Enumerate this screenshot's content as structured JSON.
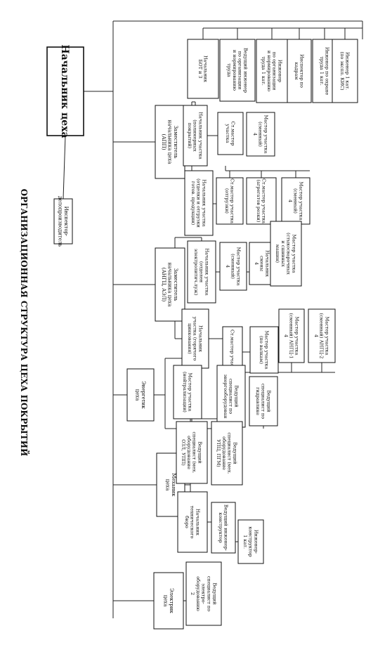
{
  "title": "ОРГАНИЗАЦИОННАЯ СТРУКТУРА ЦЕХА ПОКРЫТИЙ",
  "nodes": {
    "head": [
      "Начальник цеха"
    ],
    "inspector": [
      "Инспектор-",
      "делопроизводитель"
    ],
    "dep_app": [
      "Заместитель",
      "начальника цеха",
      "(АПП)"
    ],
    "dep_angts": [
      "Заместитель",
      "начальника цеха",
      "(АНГЦ, АЭЛ)"
    ],
    "energetic": [
      "Энергетик",
      "цеха"
    ],
    "mechanic": [
      "Механик",
      "цеха"
    ],
    "electric": [
      "Электрик",
      "цеха"
    ],
    "staff_bot": [
      "Начальник",
      "БОТ и З"
    ],
    "staff_lead_eng": [
      "Ведущий инженер",
      "по организации",
      "и нормированию",
      "труда"
    ],
    "staff_eng_norm": [
      "Инженер",
      "по организации",
      "и нормированию",
      "труда 1 кат."
    ],
    "staff_hr": [
      "Инспектор по",
      "кадрам"
    ],
    "staff_safety": [
      "Инженер по охране",
      "труда 1 кат."
    ],
    "staff_kis": [
      "Инженер 1 кат.",
      "(по экспл. КИС)"
    ],
    "app_poly": [
      "Начальник участка",
      "(полимерных",
      "покрытий)"
    ],
    "app_poly_senior": [
      "Ст.мастер",
      "участка"
    ],
    "app_poly_shift": [
      "Мастер участка",
      "(сменный)",
      "4"
    ],
    "app_ship": [
      "Начальник участка",
      "(отделки и отгрузки",
      "готов. продукции)"
    ],
    "app_ship_senior": [
      "Ст.мастер участка",
      "(отгрузки)"
    ],
    "app_ship_cut": [
      "Ст.мастер участка",
      "(агрегатов резки)"
    ],
    "app_ship_shift": [
      "Мастер участка",
      "(сменный)",
      "4"
    ],
    "ang_elec": [
      "Начальник участка",
      "(отделен",
      "электролитич.луж)"
    ],
    "ang_elec_shift": [
      "Мастер участка",
      "(сменный)",
      "4"
    ],
    "ang_shift_chief": [
      "Начальник",
      "смены",
      "4"
    ],
    "ang_weld": [
      "Мастер участка",
      "(стыкосварочных",
      "и сшивных",
      "машин)"
    ],
    "ang_zinc": [
      "Начальник",
      "участка (горячего",
      "цинкования)"
    ],
    "ang_zinc_senior": [
      "Ст.мастер участка"
    ],
    "ang_rolls": [
      "Мастер участка",
      "(по валкам)"
    ],
    "ang_ang1": [
      "Мастер участка",
      "(сменный) АНГЦ-1",
      "4"
    ],
    "ang_ang2": [
      "Мастер участка",
      "(сменный) АНГЦ-2",
      "4"
    ],
    "en_neutr": [
      "Мастер участка",
      "(нейтрализации)"
    ],
    "en_energy": [
      "Ведущий",
      "специалист по",
      "энергооборудован"
    ],
    "en_hydr": [
      "Ведущий",
      "специалист по",
      "гидравлике"
    ],
    "mech_ozl": [
      "Ведущий",
      "специалист (мех.",
      "оборудование",
      "ОЗЛ, УПП)"
    ],
    "mech_pgm": [
      "Ведущий",
      "специалист (мех.",
      "оборудование",
      "УПЦ, ПГМ)"
    ],
    "mech_tech": [
      "Начальник",
      "технического",
      "бюро"
    ],
    "mech_lead_design": [
      "Ведущий инженер-",
      "конструктор"
    ],
    "mech_design1": [
      "Инженер-",
      "конструктор",
      "1 кат."
    ],
    "el_lead": [
      "Ведущий",
      "специалист по",
      "электро-",
      "оборудованию",
      "2"
    ]
  }
}
